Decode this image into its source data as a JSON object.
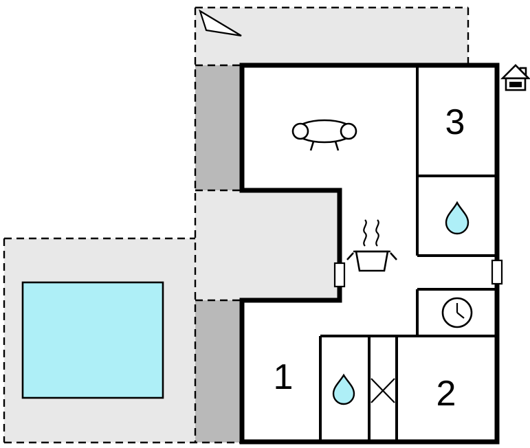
{
  "rooms": [
    {
      "id": "room-1",
      "label": "1"
    },
    {
      "id": "room-2",
      "label": "2"
    },
    {
      "id": "room-3",
      "label": "3"
    }
  ],
  "colors": {
    "wall": "#000000",
    "terrace": "#e8e8e8",
    "terrace_shadow": "#b9b9b9",
    "water": "#aeeff7",
    "background": "#ffffff"
  },
  "icons": [
    {
      "name": "north-arrow-icon"
    },
    {
      "name": "house-icon"
    },
    {
      "name": "sofa-icon"
    },
    {
      "name": "stove-icon"
    },
    {
      "name": "water-drop-icon"
    },
    {
      "name": "water-drop-icon"
    },
    {
      "name": "clock-icon"
    },
    {
      "name": "x-marker-icon"
    },
    {
      "name": "door-icon"
    },
    {
      "name": "door-icon"
    },
    {
      "name": "pool"
    }
  ]
}
